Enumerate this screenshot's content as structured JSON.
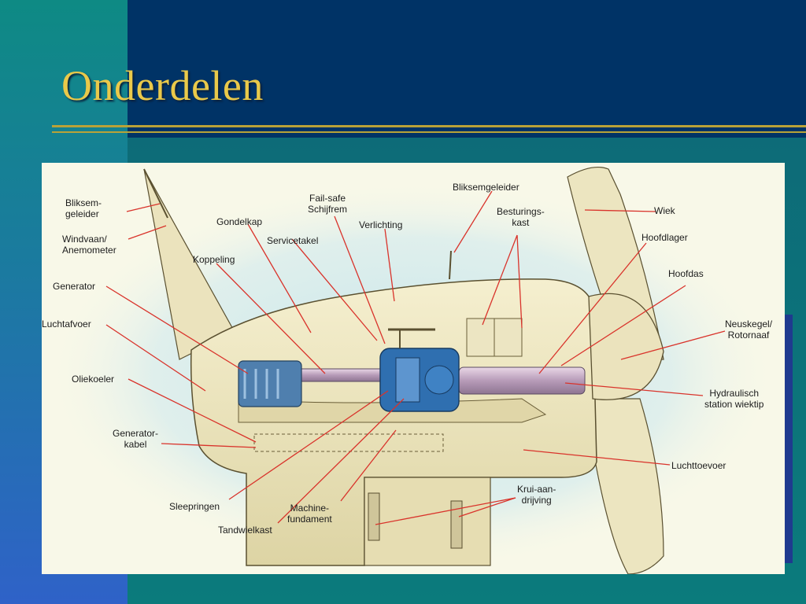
{
  "slide": {
    "title": "Onderdelen"
  },
  "diagram": {
    "labels": {
      "bliksemgeleider_left": "Bliksem-\ngeleider",
      "windvaan": "Windvaan/\nAnemometer",
      "generator": "Generator",
      "luchtafvoer": "Luchtafvoer",
      "oliekoeler": "Oliekoeler",
      "generatorkabel": "Generator-\nkabel",
      "sleepringen": "Sleepringen",
      "tandwielkast": "Tandwielkast",
      "machinefundament": "Machine-\nfundament",
      "gondelkap": "Gondelkap",
      "koppeling": "Koppeling",
      "failsafe": "Fail-safe\nSchijfrem",
      "servicetakel": "Servicetakel",
      "verlichting": "Verlichting",
      "bliksemgeleider_top": "Bliksemgeleider",
      "besturingskast": "Besturings-\nkast",
      "wiek": "Wiek",
      "hoofdlager": "Hoofdlager",
      "hoofdas": "Hoofdas",
      "neuskegel": "Neuskegel/\nRotornaaf",
      "hydraulisch": "Hydraulisch\nstation wiektip",
      "luchttoevoer": "Luchttoevoer",
      "kruiaandrijving": "Krui-aan-\ndrijving"
    },
    "colors": {
      "leader": "#d9332b",
      "nacelle": "#efe8c3",
      "outline": "#5a5030",
      "generator": "#4f7fae",
      "gearbox": "#2f6fb0",
      "halo": "#bfe4ec"
    }
  }
}
